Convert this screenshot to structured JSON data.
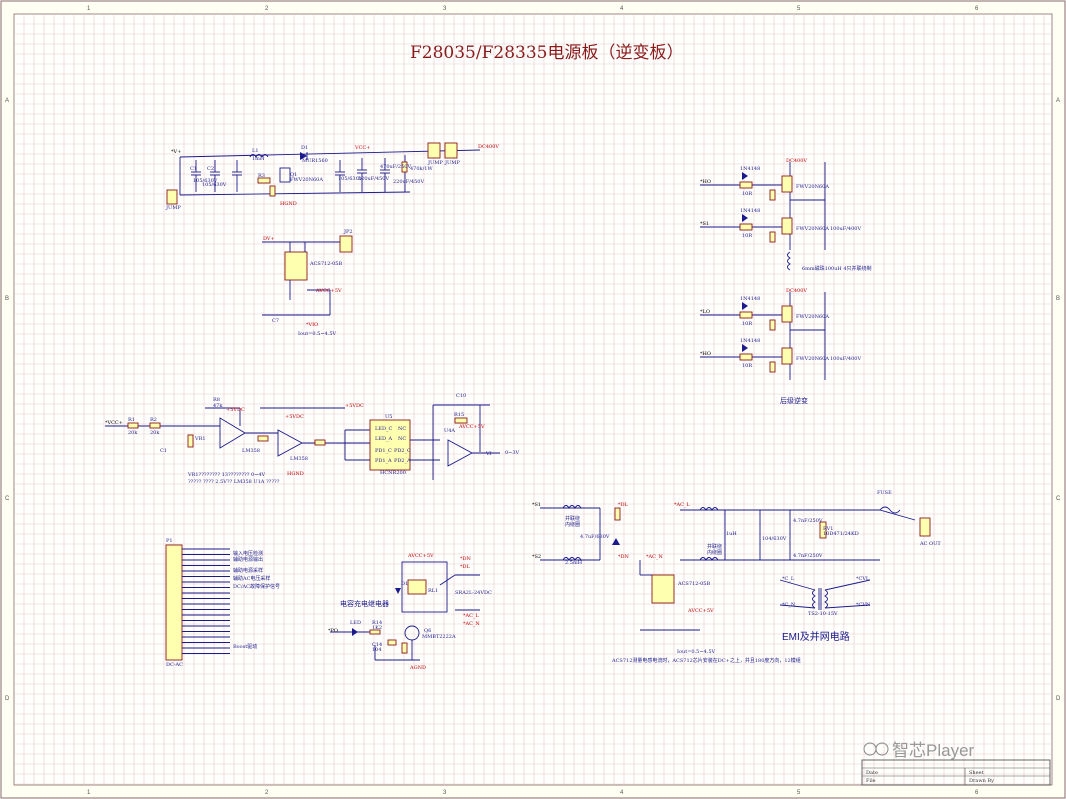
{
  "title": "F28035/F28335电源板（逆变板）",
  "frame": {
    "top_cols": [
      "1",
      "2",
      "3",
      "4",
      "5",
      "6"
    ],
    "side_rows": [
      "A",
      "B",
      "C",
      "D"
    ]
  },
  "sections": {
    "inverter": "后级逆变",
    "charge_relay": "电容充电继电器",
    "emi": "EMI及并网电路"
  },
  "power_input": {
    "dc_in": "DC400V",
    "vcc_plus": "VCC+",
    "gnd": "HGND",
    "bus": "DC400V"
  },
  "inverter_bridge": {
    "mosfet_model": "FWV20N60A",
    "diode_model": "1N4148",
    "gate_res": "10R",
    "inductor_note": "6mm磁珠100uH 4只并联绕制",
    "cap": "100uF/400V",
    "signals": [
      "HO",
      "S1",
      "LO",
      "HO",
      "S2",
      "LO"
    ]
  },
  "current_sense": {
    "ic": "ACS712-05B",
    "note": "Iout=0.5~4.5V",
    "jumper": "JP2",
    "supply": "AVCC+5V"
  },
  "isolation": {
    "ic": "HCNR200",
    "u_label": "U5",
    "opamp_1": "LM358",
    "opamp_2": "LM358",
    "output": "0~3V",
    "note_1": "VR1???????? 13???????? 0~4V",
    "note_2": "????? ???? 2.5V?? LM358 U1A ?????"
  },
  "connector": {
    "ref": "P1",
    "model": "DC-AC",
    "pin_labels": [
      "输入电压检测",
      "辅助电源输出",
      "辅助电源采样",
      "辅助AC电压采样",
      "DC/AC故障保护信号",
      "Boost驱动"
    ]
  },
  "relay": {
    "model": "SRA2L-24VDC",
    "transistor": "MMBT2222A",
    "supply": "AVCC+5V",
    "gnd": "AGND"
  },
  "emi": {
    "fuse": "FUSE",
    "varistor": "RV1",
    "varistor_model": "10D471/24KD",
    "transformer": "TS2-10-15V",
    "cap_1": "4.7nF/250V",
    "cap_2": "4.7nF/250V",
    "ac_out": "AC OUT",
    "sense_ic": "ACS712-05B",
    "note": "ACS712测量电感电流时，ACS712芯片安装在DC+之上，并且180度方向，12模组"
  },
  "watermark": "智芯Player"
}
